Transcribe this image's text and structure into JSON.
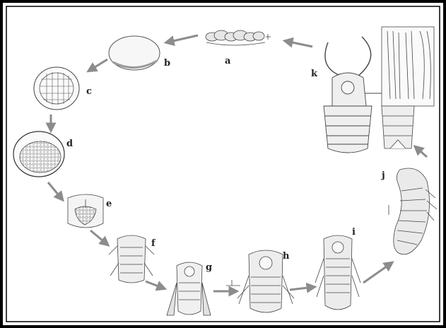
{
  "labels": {
    "a": "a",
    "b": "b",
    "c": "c",
    "d": "d",
    "e": "e",
    "f": "f",
    "g": "g",
    "h": "h",
    "i": "i",
    "j": "j",
    "k": "k"
  },
  "colors": {
    "border": "#000000",
    "arrow": "#8c8c8c",
    "ink": "#333333",
    "shade": "#cfcfcf"
  }
}
